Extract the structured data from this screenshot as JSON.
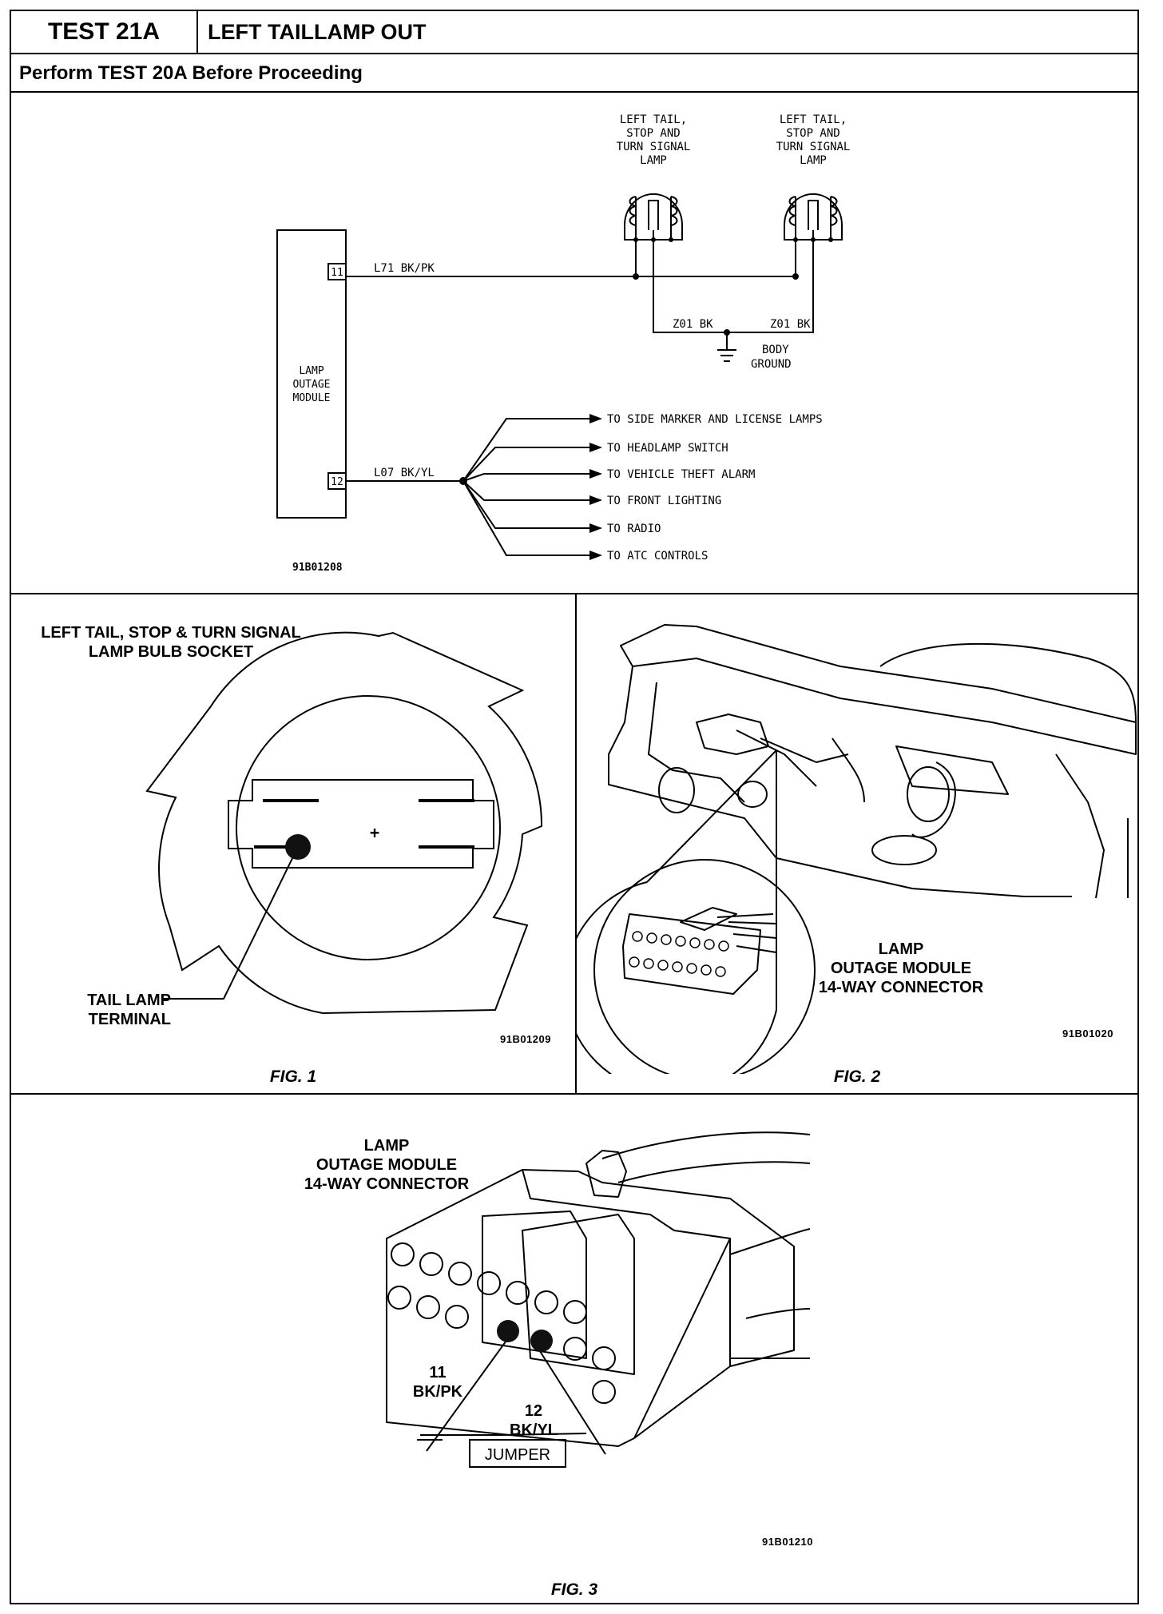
{
  "header": {
    "test_id": "TEST 21A",
    "title": "LEFT TAILLAMP OUT",
    "subtitle": "Perform TEST 20A Before Proceeding"
  },
  "schematic": {
    "lamp_left": [
      "LEFT TAIL,",
      "STOP AND",
      "TURN SIGNAL",
      "LAMP"
    ],
    "lamp_right": [
      "LEFT TAIL,",
      "STOP AND",
      "TURN SIGNAL",
      "LAMP"
    ],
    "module": [
      "LAMP",
      "OUTAGE",
      "MODULE"
    ],
    "pin_11": "11",
    "pin_12": "12",
    "wire_11": "L71  BK/PK",
    "wire_12": "L07  BK/YL",
    "ground_left": "Z01  BK",
    "ground_right": "Z01  BK",
    "body_ground": [
      "BODY",
      "GROUND"
    ],
    "destinations": [
      "TO  SIDE  MARKER  AND  LICENSE  LAMPS",
      "TO  HEADLAMP  SWITCH",
      "TO  VEHICLE  THEFT  ALARM",
      "TO  FRONT  LIGHTING",
      "TO  RADIO",
      "TO  ATC  CONTROLS"
    ],
    "figure_id": "91B01208"
  },
  "fig1": {
    "title_line1": "LEFT TAIL, STOP & TURN SIGNAL",
    "title_line2": "LAMP BULB SOCKET",
    "center_mark": "+",
    "terminal_line1": "TAIL LAMP",
    "terminal_line2": "TERMINAL",
    "figure_id": "91B01209",
    "caption": "FIG. 1"
  },
  "fig2": {
    "label_line1": "LAMP",
    "label_line2": "OUTAGE MODULE",
    "label_line3": "14-WAY CONNECTOR",
    "figure_id": "91B01020",
    "caption": "FIG. 2"
  },
  "fig3": {
    "label_line1": "LAMP",
    "label_line2": "OUTAGE MODULE",
    "label_line3": "14-WAY CONNECTOR",
    "pin11_num": "11",
    "pin11_color": "BK/PK",
    "pin12_num": "12",
    "pin12_color": "BK/YL",
    "jumper": "JUMPER",
    "figure_id": "91B01210",
    "caption": "FIG. 3"
  }
}
